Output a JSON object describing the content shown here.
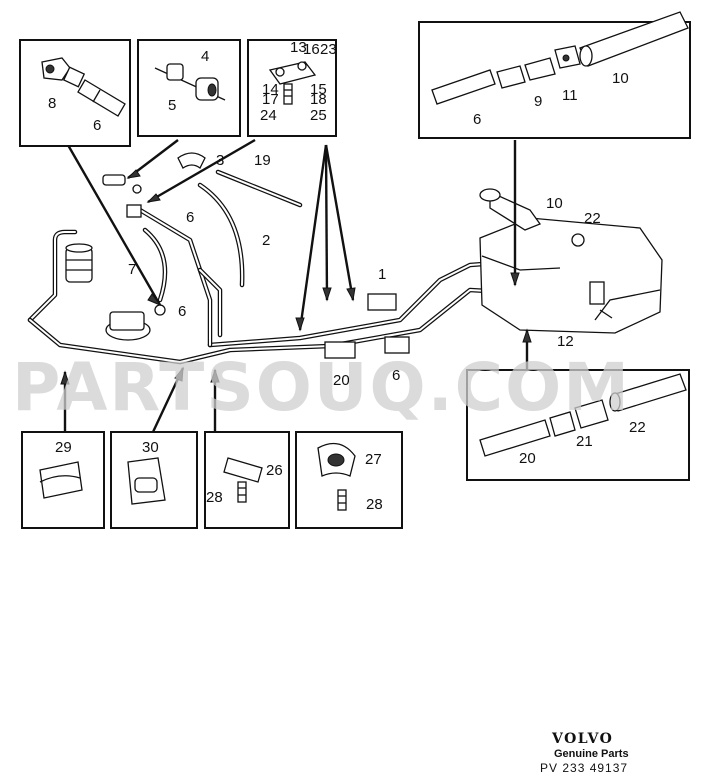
{
  "callouts": {
    "n1": "1",
    "n2": "2",
    "n3": "3",
    "n4": "4",
    "n5": "5",
    "n6_box1": "6",
    "n6_mid": "6",
    "n6_lower": "6",
    "n6_strip": "6",
    "n6_topright": "6",
    "n7": "7",
    "n8": "8",
    "n9": "9",
    "n10_top": "10",
    "n10_tank": "10",
    "n11": "11",
    "n12": "12",
    "n13": "13",
    "n14": "14",
    "n15": "15",
    "n16": "16",
    "n17": "17",
    "n18": "18",
    "n19": "19",
    "n20_strip": "20",
    "n20_box": "20",
    "n21": "21",
    "n22_tank": "22",
    "n22_box": "22",
    "n23": "23",
    "n24": "24",
    "n25": "25",
    "n26": "26",
    "n27": "27",
    "n28_a": "28",
    "n28_b": "28",
    "n29": "29",
    "n30": "30"
  },
  "watermark": "PARTSOUQ.COM",
  "brand": {
    "logo": "VOLVO",
    "subtitle": "Genuine Parts",
    "code": "PV  233  49137"
  }
}
